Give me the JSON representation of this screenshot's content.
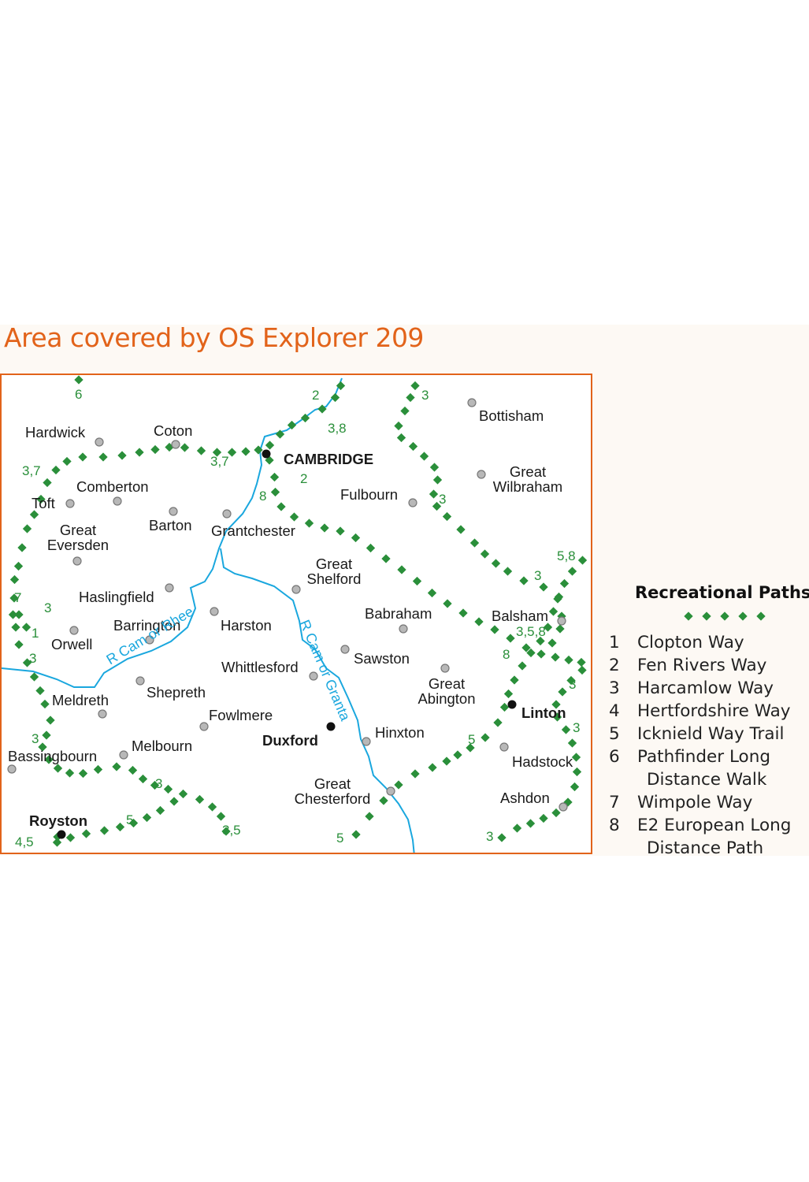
{
  "title": "Area covered by OS Explorer 209",
  "colors": {
    "accent": "#e2631a",
    "path": "#2a8f3a",
    "river": "#1aa7de",
    "village": "#9a9a9a",
    "town": "#111111"
  },
  "places": [
    {
      "id": "hardwick",
      "name": "Hardwick",
      "type": "village"
    },
    {
      "id": "coton",
      "name": "Coton",
      "type": "village"
    },
    {
      "id": "cambridge",
      "name": "CAMBRIDGE",
      "type": "city"
    },
    {
      "id": "bottisham",
      "name": "Bottisham",
      "type": "village"
    },
    {
      "id": "comberton",
      "name": "Comberton",
      "type": "village"
    },
    {
      "id": "toft",
      "name": "Toft",
      "type": "village"
    },
    {
      "id": "great-wilbraham",
      "name": "Great Wilbraham",
      "type": "village"
    },
    {
      "id": "fulbourn",
      "name": "Fulbourn",
      "type": "village"
    },
    {
      "id": "barton",
      "name": "Barton",
      "type": "village"
    },
    {
      "id": "grantchester",
      "name": "Grantchester",
      "type": "village"
    },
    {
      "id": "great-eversden",
      "name": "Great Eversden",
      "type": "village"
    },
    {
      "id": "great-shelford",
      "name": "Great Shelford",
      "type": "village"
    },
    {
      "id": "haslingfield",
      "name": "Haslingfield",
      "type": "village"
    },
    {
      "id": "babraham",
      "name": "Babraham",
      "type": "village"
    },
    {
      "id": "balsham",
      "name": "Balsham",
      "type": "village"
    },
    {
      "id": "harston",
      "name": "Harston",
      "type": "village"
    },
    {
      "id": "barrington",
      "name": "Barrington",
      "type": "village"
    },
    {
      "id": "orwell",
      "name": "Orwell",
      "type": "village"
    },
    {
      "id": "sawston",
      "name": "Sawston",
      "type": "village"
    },
    {
      "id": "whittlesford",
      "name": "Whittlesford",
      "type": "village"
    },
    {
      "id": "great-abington",
      "name": "Great Abington",
      "type": "village"
    },
    {
      "id": "shepreth",
      "name": "Shepreth",
      "type": "village"
    },
    {
      "id": "meldreth",
      "name": "Meldreth",
      "type": "village"
    },
    {
      "id": "linton",
      "name": "Linton",
      "type": "town"
    },
    {
      "id": "fowlmere",
      "name": "Fowlmere",
      "type": "village"
    },
    {
      "id": "duxford",
      "name": "Duxford",
      "type": "town"
    },
    {
      "id": "hinxton",
      "name": "Hinxton",
      "type": "village"
    },
    {
      "id": "melbourn",
      "name": "Melbourn",
      "type": "village"
    },
    {
      "id": "bassingbourn",
      "name": "Bassingbourn",
      "type": "village"
    },
    {
      "id": "hadstock",
      "name": "Hadstock",
      "type": "village"
    },
    {
      "id": "great-chesterford",
      "name": "Great Chesterford",
      "type": "village"
    },
    {
      "id": "ashdon",
      "name": "Ashdon",
      "type": "village"
    },
    {
      "id": "royston",
      "name": "Royston",
      "type": "town"
    }
  ],
  "rivers": [
    {
      "id": "cam-rhee",
      "name": "R Cam or Rhee"
    },
    {
      "id": "cam-granta",
      "name": "R Cam or Granta"
    }
  ],
  "route_numbers": [
    "6",
    "2",
    "3",
    "3,8",
    "3,7",
    "3,7",
    "2",
    "8",
    "3",
    "5,8",
    "3",
    "7",
    "3",
    "1",
    "3",
    "3,5,8",
    "8",
    "3",
    "3",
    "3",
    "5",
    "3",
    "5",
    "3,5",
    "4,5",
    "5",
    "3"
  ],
  "legend": {
    "title": "Recreational Paths",
    "items": [
      {
        "number": "1",
        "lines": [
          "Clopton Way"
        ]
      },
      {
        "number": "2",
        "lines": [
          "Fen Rivers Way"
        ]
      },
      {
        "number": "3",
        "lines": [
          "Harcamlow Way"
        ]
      },
      {
        "number": "4",
        "lines": [
          "Hertfordshire Way"
        ]
      },
      {
        "number": "5",
        "lines": [
          "Icknield Way Trail"
        ]
      },
      {
        "number": "6",
        "lines": [
          "Pathfinder Long",
          "Distance Walk"
        ]
      },
      {
        "number": "7",
        "lines": [
          "Wimpole Way"
        ]
      },
      {
        "number": "8",
        "lines": [
          "E2 European Long",
          "Distance Path"
        ]
      }
    ]
  }
}
